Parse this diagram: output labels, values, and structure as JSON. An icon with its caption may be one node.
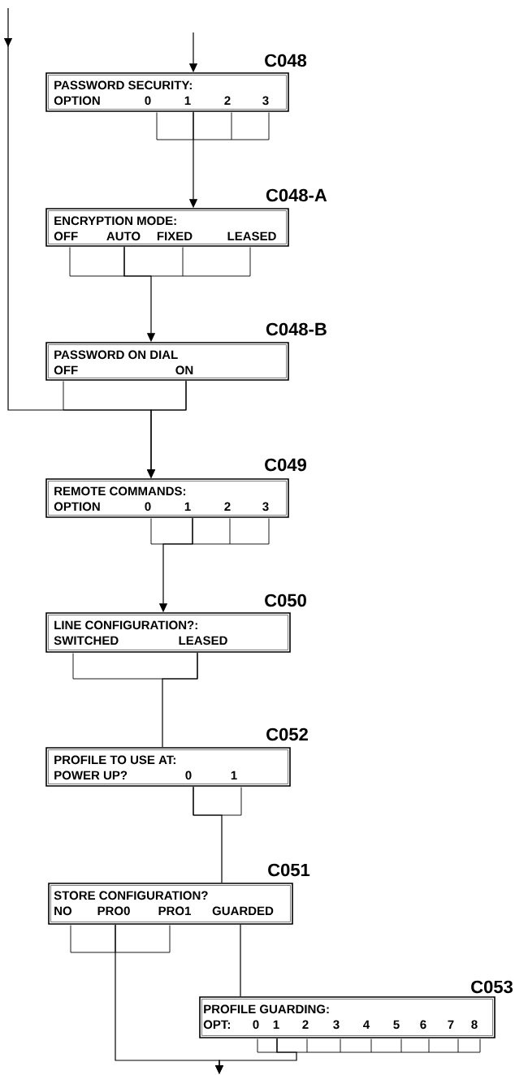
{
  "diagram": {
    "nodes": [
      {
        "text": [
          "PASSWORD SECURITY:",
          "OPTION",
          "0",
          "1",
          "2",
          "3"
        ],
        "beside": [
          "C048"
        ]
      },
      {
        "text": [
          "ENCRYPTION MODE:",
          "OFF",
          "AUTO",
          "FIXED",
          "LEASED"
        ],
        "beside": [
          "C048-A"
        ]
      },
      {
        "text": [
          "PASSWORD ON DIAL",
          "OFF",
          "ON"
        ],
        "beside": [
          "C048-B"
        ]
      },
      {
        "text": [
          "REMOTE COMMANDS:",
          "OPTION",
          "0",
          "1",
          "2",
          "3"
        ],
        "beside": [
          "C049"
        ]
      },
      {
        "text": [
          "LINE CONFIGURATION?:",
          "SWITCHED",
          "LEASED"
        ],
        "beside": [
          "C050"
        ]
      },
      {
        "text": [
          "PROFILE TO USE AT:",
          "POWER UP?",
          "0",
          "1"
        ],
        "beside": [
          "C052"
        ]
      },
      {
        "text": [
          "STORE CONFIGURATION?",
          "NO",
          "PRO0",
          "PRO1",
          "GUARDED"
        ],
        "beside": [
          "C051"
        ]
      },
      {
        "text": [
          "PROFILE GUARDING:",
          "OPT:",
          "0",
          "1",
          "2",
          "3",
          "4",
          "5",
          "6",
          "7",
          "8"
        ],
        "beside": [
          "C053"
        ]
      }
    ],
    "edges": [
      {
        "from": null,
        "to": 0,
        "arrow": "to"
      },
      {
        "from": 0,
        "to": 1,
        "arrow": "to"
      },
      {
        "from": 1,
        "to": 2,
        "arrow": "to"
      },
      {
        "from": 2,
        "to": 3,
        "arrow": "to"
      },
      {
        "from": null,
        "to": 3,
        "arrow": "to"
      },
      {
        "from": 3,
        "to": 4,
        "arrow": "to"
      },
      {
        "from": 4,
        "to": 5,
        "arrow": "none"
      },
      {
        "from": 5,
        "to": 6,
        "arrow": "none"
      },
      {
        "from": 6,
        "to": 7,
        "arrow": "none"
      },
      {
        "from": 6,
        "to": null,
        "arrow": "to"
      },
      {
        "from": 7,
        "to": null,
        "arrow": "to"
      }
    ]
  }
}
